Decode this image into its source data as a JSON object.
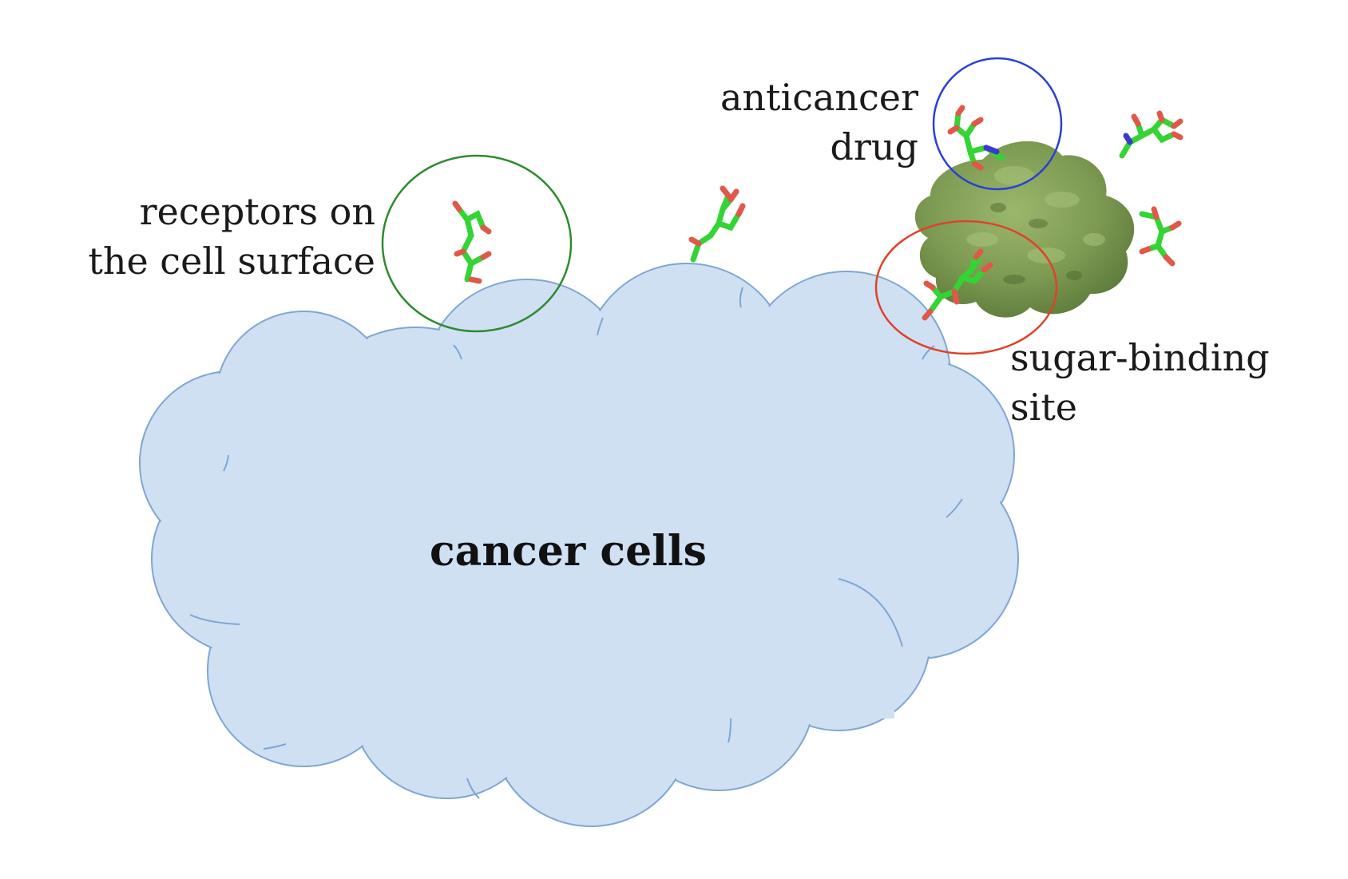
{
  "labels": {
    "receptors_line1": "receptors on",
    "receptors_line2": "the cell surface",
    "drug_line1": "anticancer",
    "drug_line2": "drug",
    "site_line1": "sugar-binding",
    "site_line2": "site",
    "cell": "cancer cells"
  },
  "colors": {
    "cell_fill": "#cfe0f3",
    "cell_stroke": "#7fa6d3",
    "receptor_circle": "#2e8b2e",
    "drug_circle": "#2a3fd6",
    "site_circle": "#e0412a",
    "protein": "#7d9a52",
    "sugar_carbon": "#33d433",
    "sugar_oxygen": "#e0584a",
    "nitrogen": "#3a3ad0"
  },
  "icons": [
    "sugar-molecule-icon",
    "protein-surface-icon"
  ]
}
